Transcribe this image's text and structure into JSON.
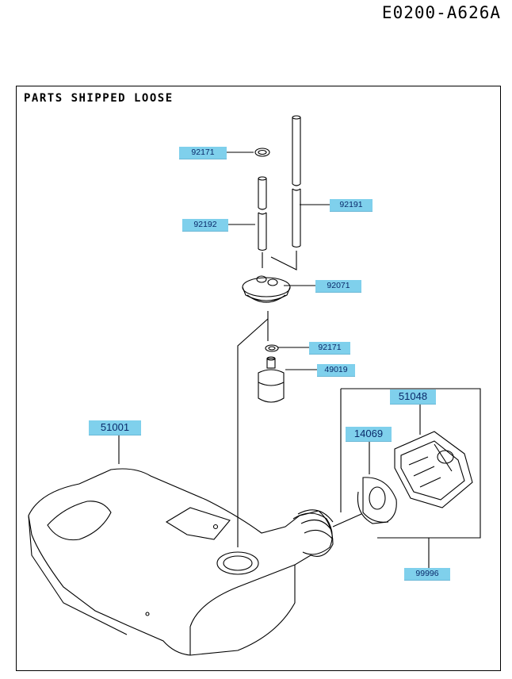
{
  "header": {
    "diagram_code": "E0200-A626A"
  },
  "frame": {
    "title": "PARTS SHIPPED LOOSE"
  },
  "parts": {
    "p92171_a": "92171",
    "p92191": "92191",
    "p92192": "92192",
    "p92071": "92071",
    "p92171_b": "92171",
    "p49019": "49019",
    "p51048": "51048",
    "p14069": "14069",
    "p51001": "51001",
    "p99996": "99996"
  }
}
